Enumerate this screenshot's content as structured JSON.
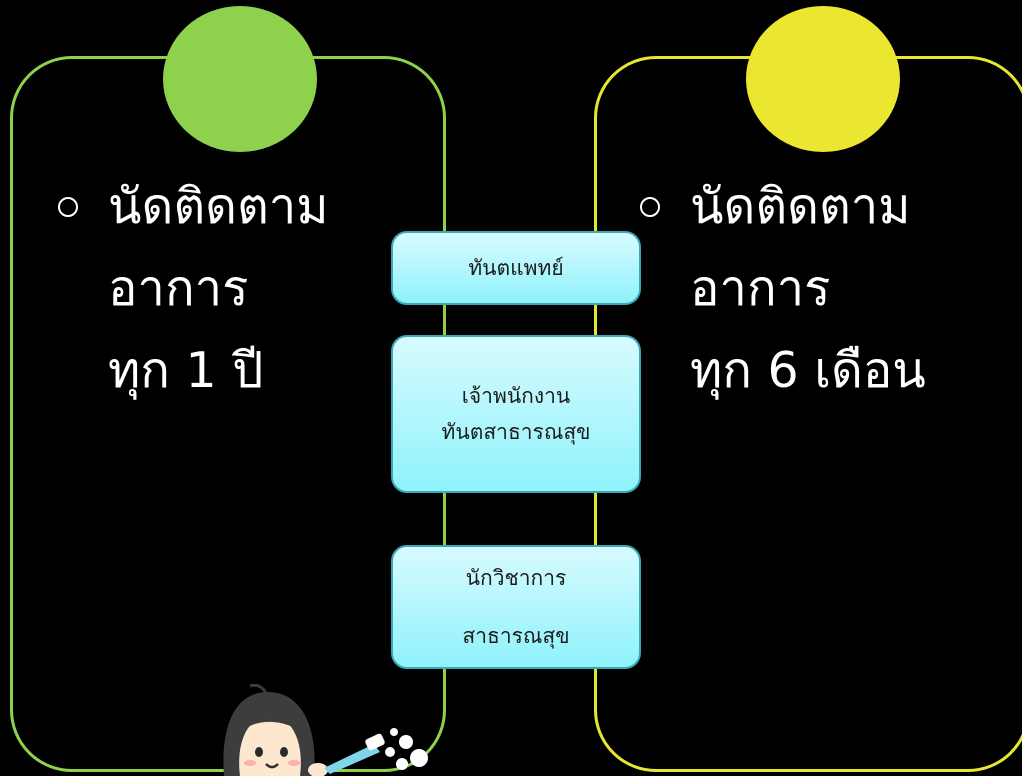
{
  "left_panel": {
    "lines": [
      "นัดติดตาม",
      "อาการ",
      "ทุก ",
      "1",
      " ปี"
    ],
    "color": "#8ed14c"
  },
  "right_panel": {
    "lines": [
      "นัดติดตาม",
      "อาการ",
      "ทุก ",
      "6",
      " เดือน"
    ],
    "color": "#ebe62f"
  },
  "roles": {
    "dentist": [
      "ทันตแพทย์"
    ],
    "officer": [
      "เจ้าพนักงาน",
      "ทันตสาธารณสุข"
    ],
    "academic": [
      "นักวิชาการ",
      "สาธารณสุข"
    ]
  }
}
